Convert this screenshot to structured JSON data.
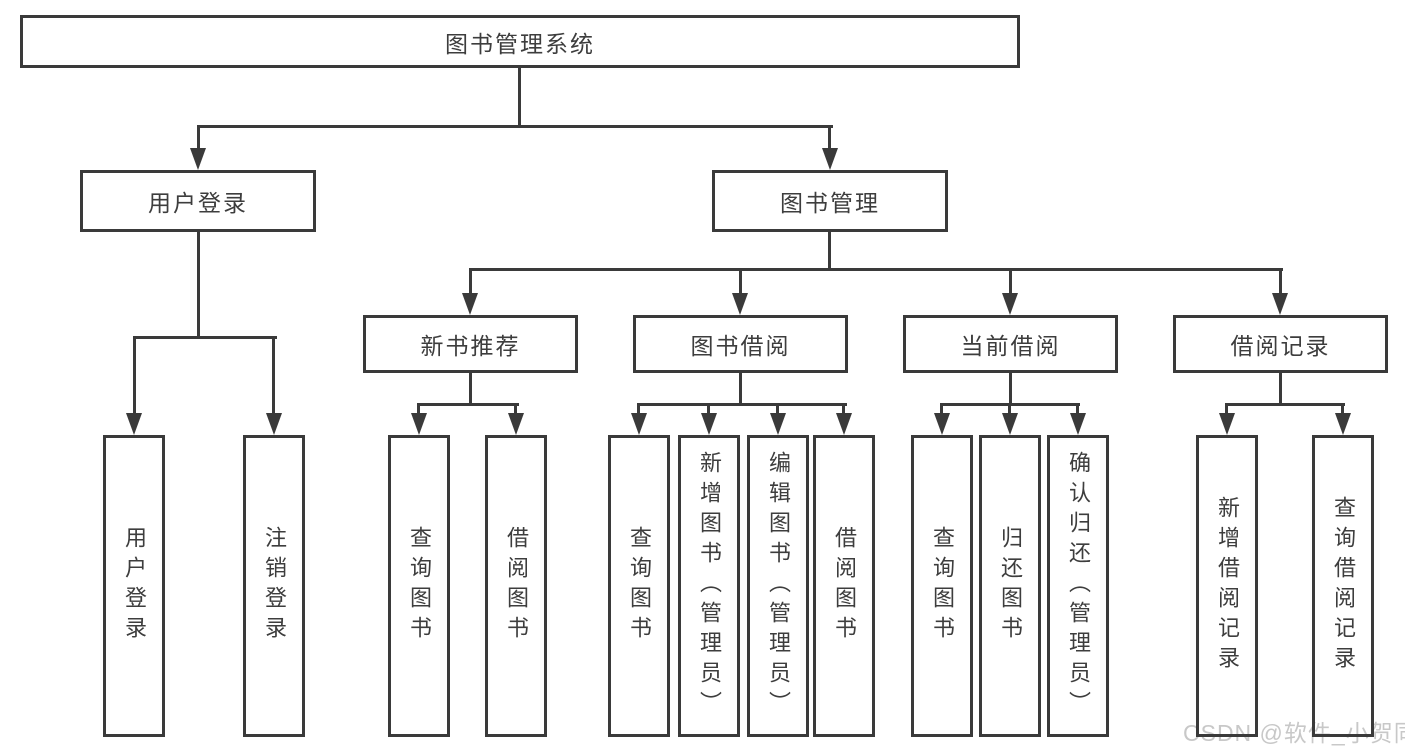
{
  "diagram": {
    "type": "hierarchy-tree",
    "nodes": {
      "root": "图书管理系统",
      "user_login": "用户登录",
      "book_mgmt": "图书管理",
      "new_books": "新书推荐",
      "book_borrow": "图书借阅",
      "current_borrow": "当前借阅",
      "borrow_records": "借阅记录",
      "ul_user_login": "用户登录",
      "ul_logout": "注销登录",
      "nb_query_books": "查询图书",
      "nb_borrow_books": "借阅图书",
      "bb_query_books": "查询图书",
      "bb_add_books": "新增图书（管理员）",
      "bb_edit_books": "编辑图书（管理员）",
      "bb_borrow_books": "借阅图书",
      "cb_query_books": "查询图书",
      "cb_return_books": "归还图书",
      "cb_confirm_return": "确认归还（管理员）",
      "br_add_record": "新增借阅记录",
      "br_query_record": "查询借阅记录"
    },
    "watermark": "CSDN @软件_小贺同学"
  },
  "colors": {
    "line": "#3a3a3a",
    "text": "#3d3d3d",
    "watermark": "#c8c8c8",
    "background": "#ffffff"
  }
}
